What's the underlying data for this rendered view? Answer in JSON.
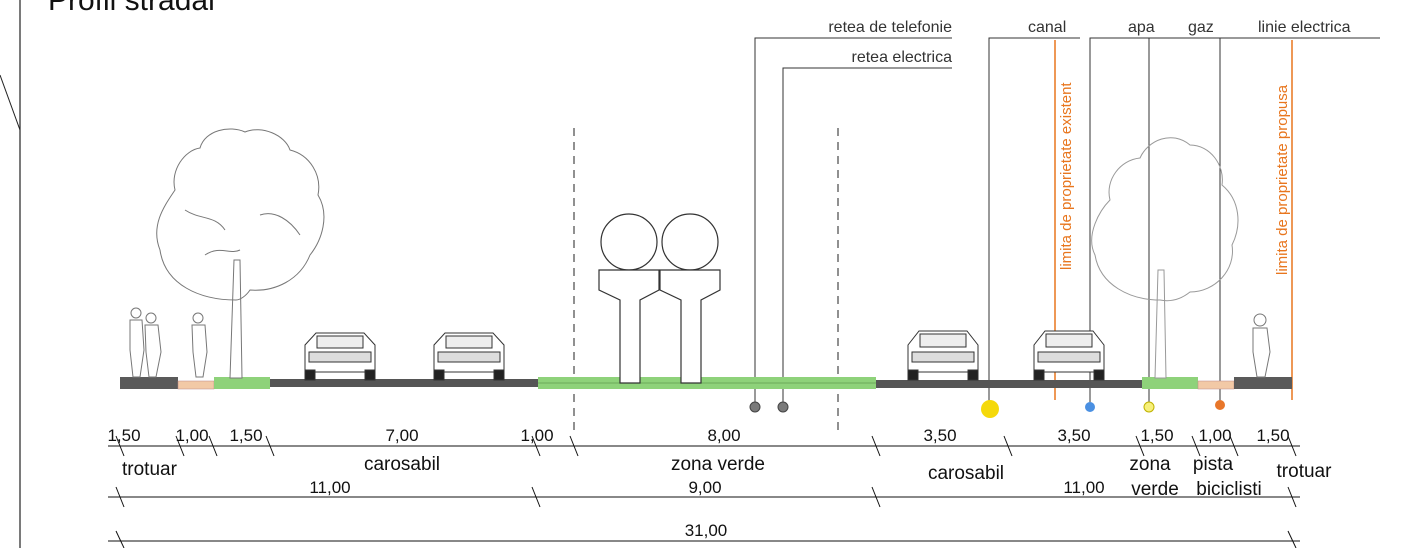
{
  "title": "Profil stradal",
  "utilities_left": [
    {
      "label": "retea de telefonie"
    },
    {
      "label": "retea electrica"
    }
  ],
  "utilities_right": [
    {
      "label": "canal"
    },
    {
      "label": "apa"
    },
    {
      "label": "gaz"
    },
    {
      "label": "linie electrica"
    }
  ],
  "property_limits": {
    "existing": "limita de proprietate existent",
    "proposed": "limita de proprietate propusa"
  },
  "zones": {
    "trotuar_left": "trotuar",
    "carosabil_left": "carosabil",
    "zona_verde_center": "zona verde",
    "carosabil_right": "carosabil",
    "zona_verde_right_1": "zona",
    "zona_verde_right_2": "verde",
    "pista_1": "pista",
    "pista_2": "biciclisti",
    "trotuar_right": "trotuar"
  },
  "dims_row1": [
    "1,50",
    "1,00",
    "1,50",
    "7,00",
    "1,00",
    "8,00",
    "3,50",
    "3,50",
    "1,50",
    "1,00",
    "1,50"
  ],
  "dims_row2": [
    "11,00",
    "9,00",
    "11,00"
  ],
  "dims_total": "31,00",
  "colors": {
    "orange": "#e8761e",
    "grass": "#8ed27a",
    "road": "#555555",
    "bike": "#f2c9a6",
    "canal": "#f5d90a",
    "apa": "#4a90e2",
    "gaz": "#f7f07a",
    "electric": "#e8762a",
    "telecom": "#7a7a7a"
  }
}
